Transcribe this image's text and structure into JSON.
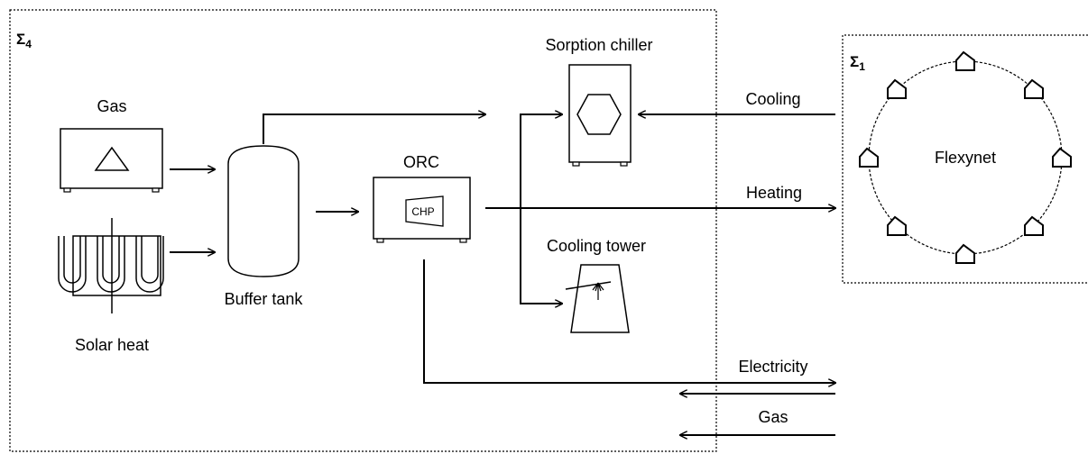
{
  "systems": {
    "outer": {
      "symbol": "Σ",
      "subscript": "4"
    },
    "network": {
      "symbol": "Σ",
      "subscript": "1"
    }
  },
  "components": {
    "gas_boiler": "Gas",
    "solar": "Solar heat",
    "buffer": "Buffer tank",
    "orc": "ORC",
    "chp": "CHP",
    "sorption": "Sorption chiller",
    "tower": "Cooling tower",
    "flexynet": "Flexynet"
  },
  "flows": {
    "cooling": "Cooling",
    "heating": "Heating",
    "electricity": "Electricity",
    "gas": "Gas"
  },
  "colors": {
    "line": "#000000",
    "background": "#ffffff"
  }
}
